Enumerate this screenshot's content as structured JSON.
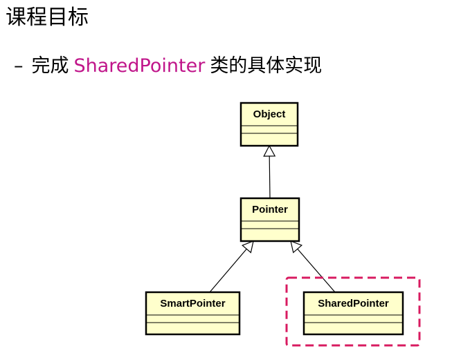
{
  "page": {
    "title": "课程目标",
    "bullet": {
      "dash": "–",
      "prefix": "完成",
      "highlight": "SharedPointer",
      "suffix": "类的具体实现",
      "highlight_color": "#c0158a"
    }
  },
  "diagram": {
    "classes": [
      {
        "id": "object",
        "name": "Object"
      },
      {
        "id": "pointer",
        "name": "Pointer"
      },
      {
        "id": "smartpointer",
        "name": "SmartPointer"
      },
      {
        "id": "sharedpointer",
        "name": "SharedPointer"
      }
    ],
    "inheritance": [
      {
        "child": "pointer",
        "parent": "object"
      },
      {
        "child": "smartpointer",
        "parent": "pointer"
      },
      {
        "child": "sharedpointer",
        "parent": "pointer"
      }
    ],
    "highlighted_class": "sharedpointer",
    "colors": {
      "class_fill": "#ffffcc",
      "class_border": "#000000",
      "highlight_border": "#d81b60"
    }
  }
}
